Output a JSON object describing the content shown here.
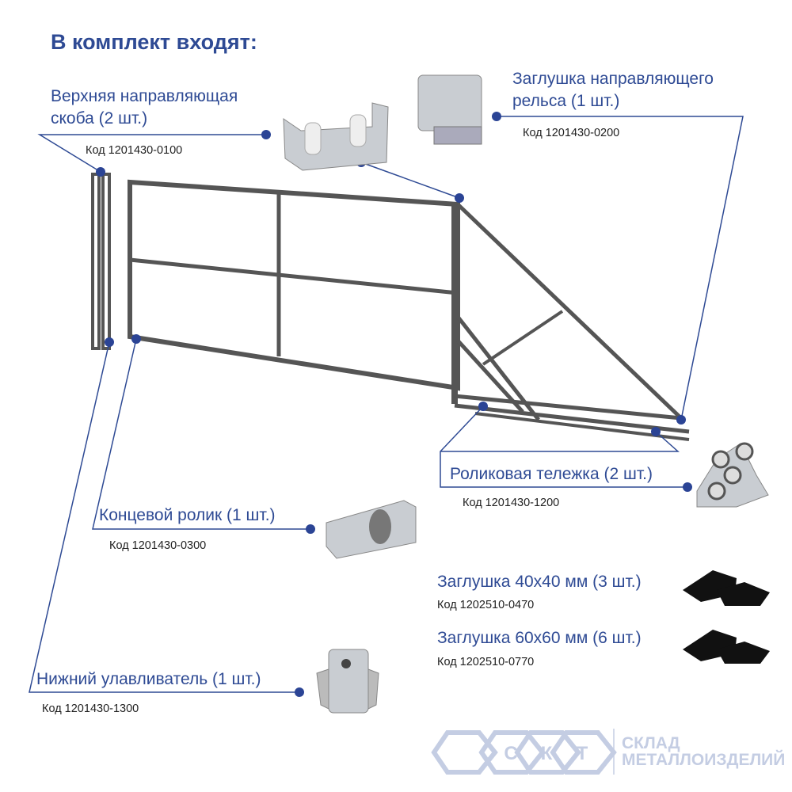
{
  "title": "В комплект входят:",
  "items": [
    {
      "name": "Верхняя направляющая скоба (2 шт.)",
      "line1": "Верхняя направляющая",
      "line2": "скоба (2 шт.)",
      "code": "Код 1201430-0100"
    },
    {
      "name": "Заглушка направляющего рельса (1 шт.)",
      "line1": "Заглушка направляющего",
      "line2": "рельса (1 шт.)",
      "code": "Код 1201430-0200"
    },
    {
      "name": "Роликовая тележка (2 шт.)",
      "code": "Код 1201430-1200"
    },
    {
      "name": "Концевой ролик (1 шт.)",
      "code": "Код 1201430-0300"
    },
    {
      "name": "Заглушка 40x40 мм (3 шт.)",
      "code": "Код 1202510-0470"
    },
    {
      "name": "Заглушка 60x60 мм (6 шт.)",
      "code": "Код 1202510-0770"
    },
    {
      "name": "Нижний улавливатель (1 шт.)",
      "code": "Код 1201430-1300"
    }
  ],
  "logo": {
    "letters": "СКМТ",
    "line1": "СКЛАД",
    "line2": "МЕТАЛЛОИЗДЕЛИЙ"
  },
  "colors": {
    "accent": "#2e4a94",
    "frame": "#555555",
    "logo": "#c4cde3"
  }
}
